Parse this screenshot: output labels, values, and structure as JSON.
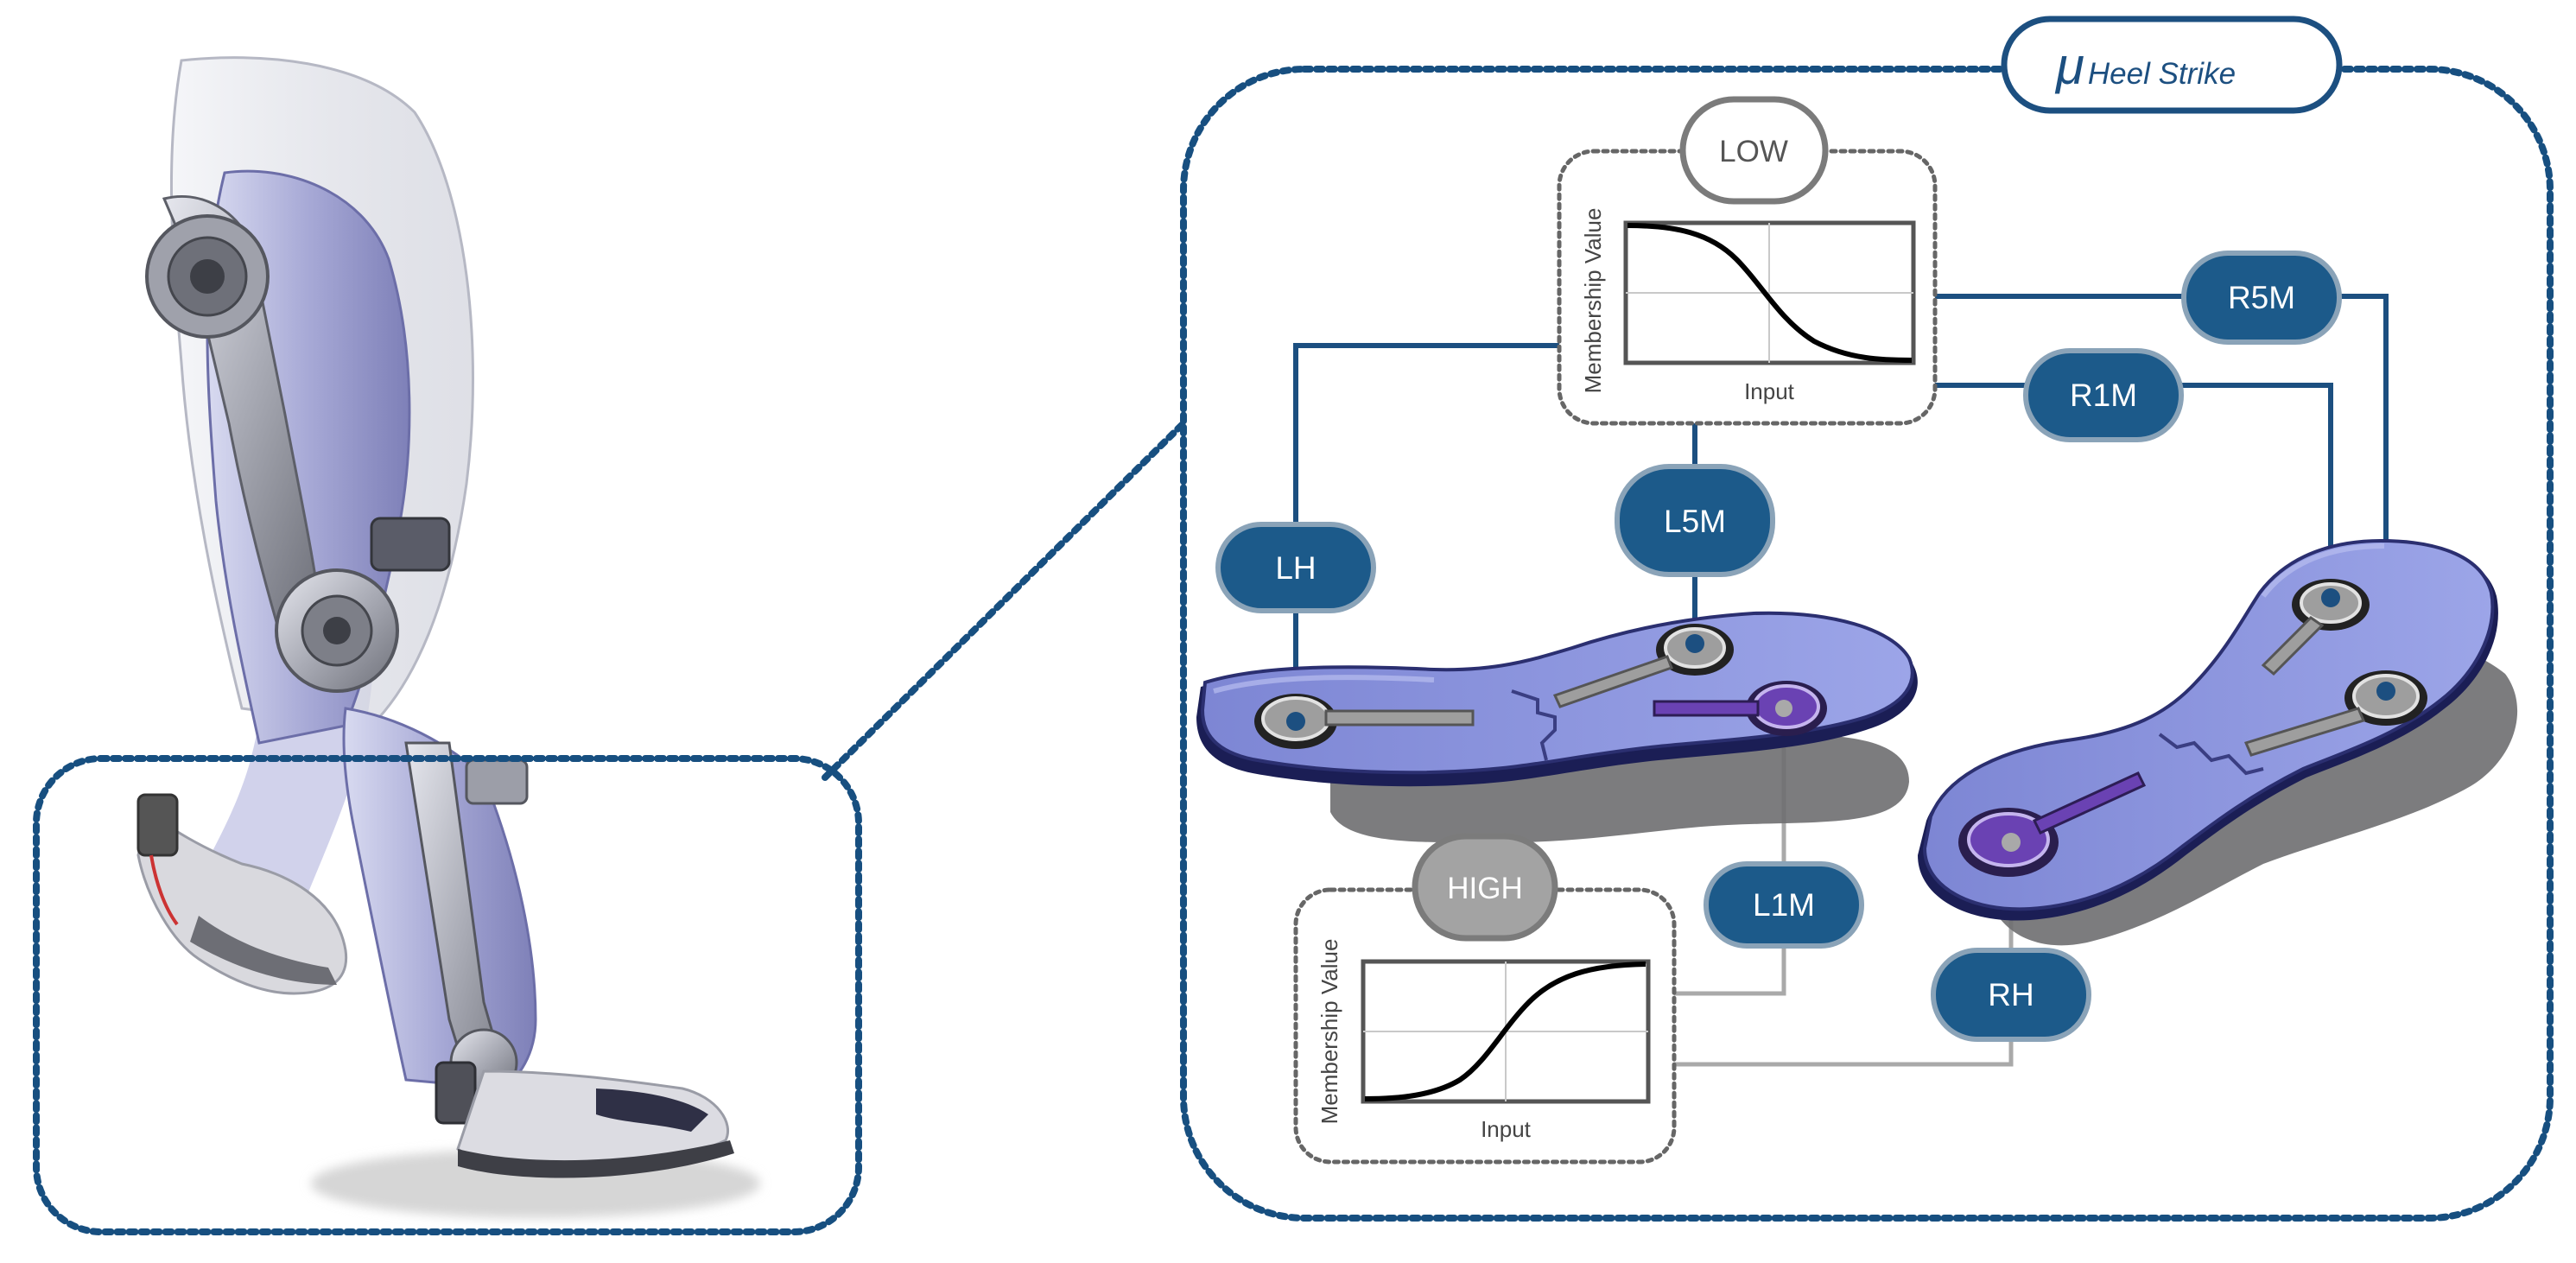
{
  "title": {
    "symbol": "μ",
    "subscript": "Heel Strike"
  },
  "membership_functions": [
    {
      "id": "low",
      "label": "LOW",
      "ylabel": "Membership Value",
      "xlabel": "Input",
      "shape": "decreasing-sigmoid"
    },
    {
      "id": "high",
      "label": "HIGH",
      "ylabel": "Membership Value",
      "xlabel": "Input",
      "shape": "increasing-sigmoid"
    }
  ],
  "sensors": [
    {
      "id": "lh",
      "label": "LH",
      "group": "low"
    },
    {
      "id": "l5m",
      "label": "L5M",
      "group": "low"
    },
    {
      "id": "r5m",
      "label": "R5M",
      "group": "low"
    },
    {
      "id": "r1m",
      "label": "R1M",
      "group": "low"
    },
    {
      "id": "l1m",
      "label": "L1M",
      "group": "high"
    },
    {
      "id": "rh",
      "label": "RH",
      "group": "high"
    }
  ],
  "colors": {
    "sensor_fill": "#1c5a8a",
    "sensor_border": "#8aa3b8",
    "title_blue": "#1c4f80",
    "dotted_border": "#174f80",
    "insole_blue": "#8c95dd",
    "insole_edge": "#1b1e55",
    "active_pad": "#6a42b3",
    "low_wire": "#1c4f80",
    "high_wire": "#a9a9a9"
  },
  "icons": [
    "exoskeleton-leg-illustration",
    "left-insole-illustration",
    "right-insole-illustration"
  ]
}
